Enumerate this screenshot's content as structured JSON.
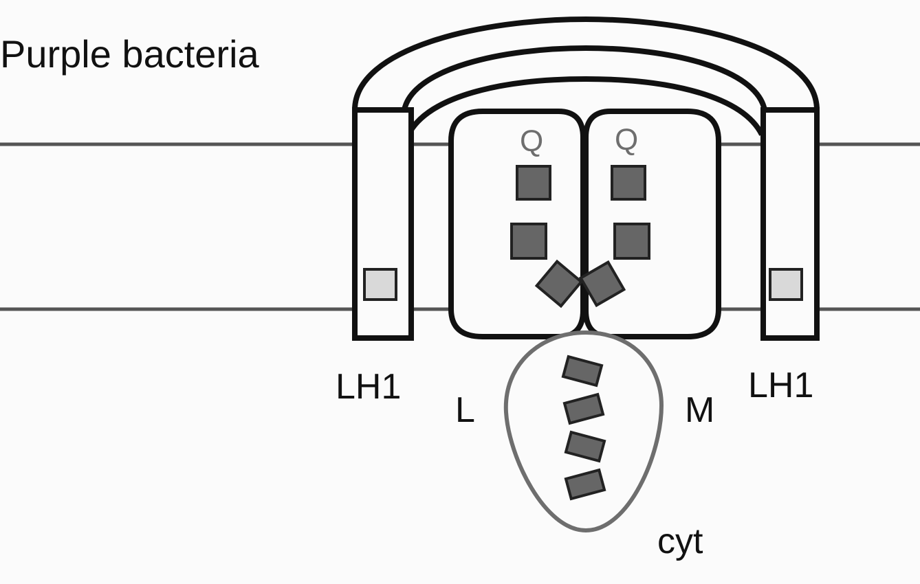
{
  "title": "Purple bacteria",
  "labels": {
    "lh1_left": "LH1",
    "lh1_right": "LH1",
    "subunit_l": "L",
    "subunit_m": "M",
    "quinone_left": "Q",
    "quinone_right": "Q",
    "cytochrome": "cyt"
  },
  "colors": {
    "background": "#fbfbfb",
    "outline": "#111111",
    "membrane_line": "#555555",
    "cofactor_fill": "#666666",
    "lh1_pigment_fill": "#d9d9d9",
    "cyt_outline": "#6e6e6e"
  }
}
